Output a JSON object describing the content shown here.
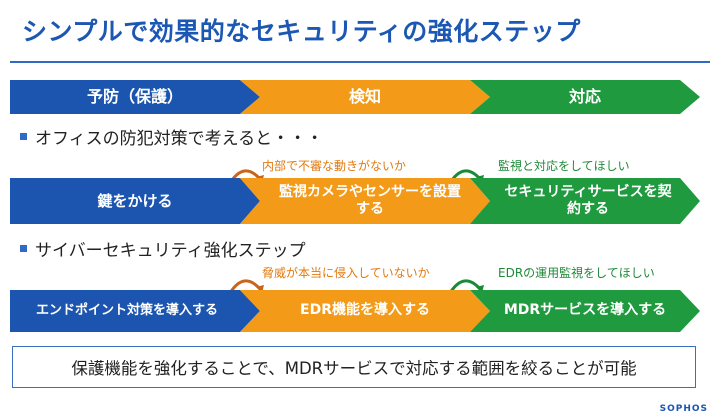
{
  "title": "シンプルで効果的なセキュリティの強化ステップ",
  "header_row": [
    "予防（保護）",
    "検知",
    "対応"
  ],
  "bullet1": "オフィスの防犯対策で考えると・・・",
  "office_row": [
    "鍵をかける",
    "監視カメラやセンサーを設置する",
    "セキュリティサービスを契約する"
  ],
  "office_notes": {
    "orange": "内部で不審な動きがないか",
    "green": "監視と対応をしてほしい"
  },
  "bullet2": "サイバーセキュリティ強化ステップ",
  "cyber_row": [
    "エンドポイント対策を導入する",
    "EDR機能を導入する",
    "MDRサービスを導入する"
  ],
  "cyber_notes": {
    "orange": "脅威が本当に侵入していないか",
    "green": "EDRの運用監視をしてほしい"
  },
  "summary": "保護機能を強化することで、MDRサービスで対応する範囲を絞ることが可能",
  "logo": "SOPHOS",
  "colors": {
    "blue": "#1b55b0",
    "orange": "#f39a18",
    "green": "#1f9a3e",
    "title": "#1b57b3"
  }
}
